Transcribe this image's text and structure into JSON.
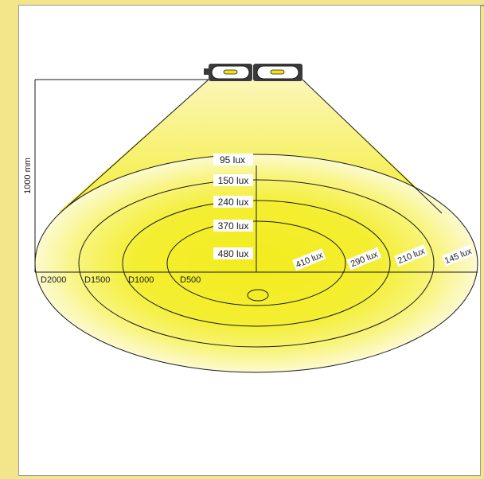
{
  "diagram": {
    "height_label": "1000 mm",
    "illuminance_labels": [
      {
        "text": "95 lux"
      },
      {
        "text": "150 lux"
      },
      {
        "text": "240 lux"
      },
      {
        "text": "370 lux"
      },
      {
        "text": "480 lux"
      }
    ],
    "radial_labels": [
      {
        "text": "410 lux"
      },
      {
        "text": "290 lux"
      },
      {
        "text": "210 lux"
      },
      {
        "text": "145 lux"
      }
    ],
    "diameter_labels": [
      {
        "text": "D2000"
      },
      {
        "text": "D1500"
      },
      {
        "text": "D1000"
      },
      {
        "text": "D500"
      }
    ],
    "colors": {
      "light": "#f2ec1e",
      "line": "#1a1a1a",
      "background": "#f3e68a",
      "fixture": "#3a3a3a",
      "lamp": "#f0e020"
    }
  }
}
